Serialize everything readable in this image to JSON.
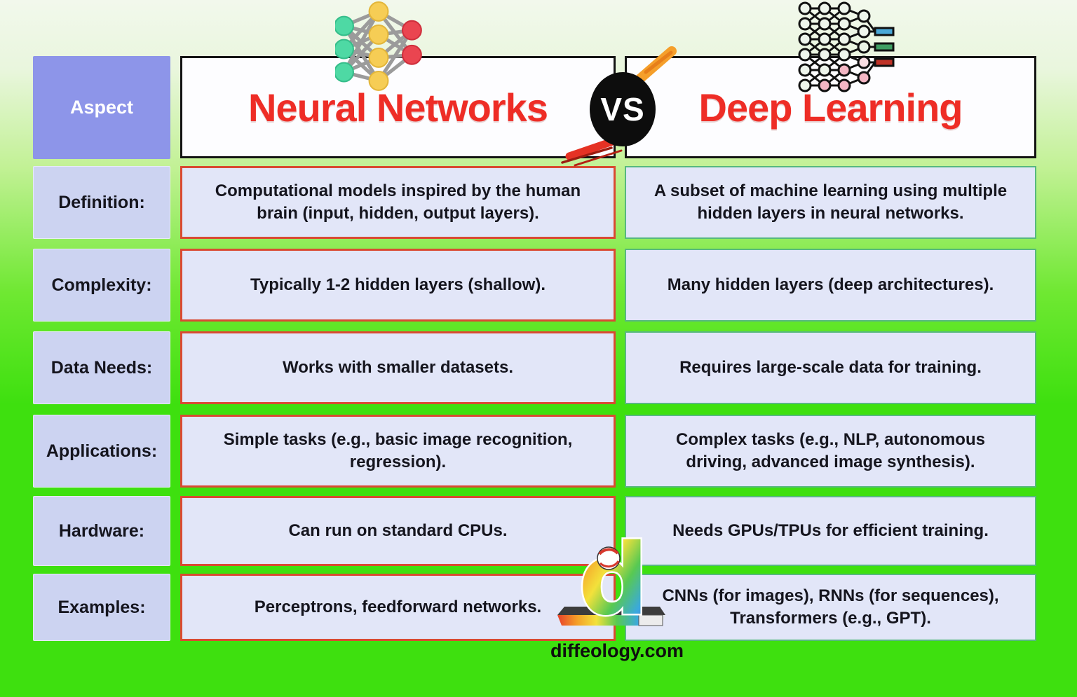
{
  "header": {
    "aspect_label": "Aspect",
    "left_title": "Neural Networks",
    "right_title": "Deep Learning",
    "vs_label": "VS"
  },
  "table": {
    "columns": [
      "Aspect",
      "Neural Networks",
      "Deep Learning"
    ],
    "rows": [
      {
        "label": "Definition:",
        "nn": "Computational models inspired by the human brain (input, hidden, output layers).",
        "dl": "A subset of machine learning using multiple hidden layers in neural networks."
      },
      {
        "label": "Complexity:",
        "nn": "Typically 1-2 hidden layers (shallow).",
        "dl": "Many hidden layers (deep architectures)."
      },
      {
        "label": "Data Needs:",
        "nn": "Works with smaller datasets.",
        "dl": "Requires large-scale data for training."
      },
      {
        "label": "Applications:",
        "nn": "Simple tasks (e.g., basic image recognition, regression).",
        "dl": "Complex tasks (e.g., NLP, autonomous driving, advanced image synthesis)."
      },
      {
        "label": "Hardware:",
        "nn": "Can run on standard CPUs.",
        "dl": "Needs GPUs/TPUs for efficient training."
      },
      {
        "label": "Examples:",
        "nn": "Perceptrons, feedforward networks.",
        "dl": "CNNs (for images), RNNs (for sequences), Transformers (e.g., GPT)."
      }
    ]
  },
  "footer": {
    "watermark": "diffeology.com",
    "logo_glyph": "d"
  },
  "icons": {
    "left_header": "shallow-neural-network-icon",
    "right_header": "deep-neural-network-icon",
    "badge_decor": "marker-stroke-icons",
    "logo": "diffeology-rainbow-d-logo"
  },
  "colors": {
    "background_green": "#3ee00f",
    "background_top": "#f2f8ec",
    "title_red": "#ee2d26",
    "vs_badge_bg": "#0d0d0d",
    "aspect_fill": "#8d95e9",
    "row_label_fill": "#ccd3f1",
    "cell_fill": "#e2e6f8",
    "nn_cell_border": "#d94a32",
    "dl_cell_border": "#57b87f",
    "header_box_border": "#141414",
    "nn_icon_nodes": [
      "#4ed9a4",
      "#f6cd55",
      "#ea4550"
    ],
    "dl_icon_outputs": [
      "#4aa8d8",
      "#3f9e63",
      "#c03328"
    ]
  }
}
